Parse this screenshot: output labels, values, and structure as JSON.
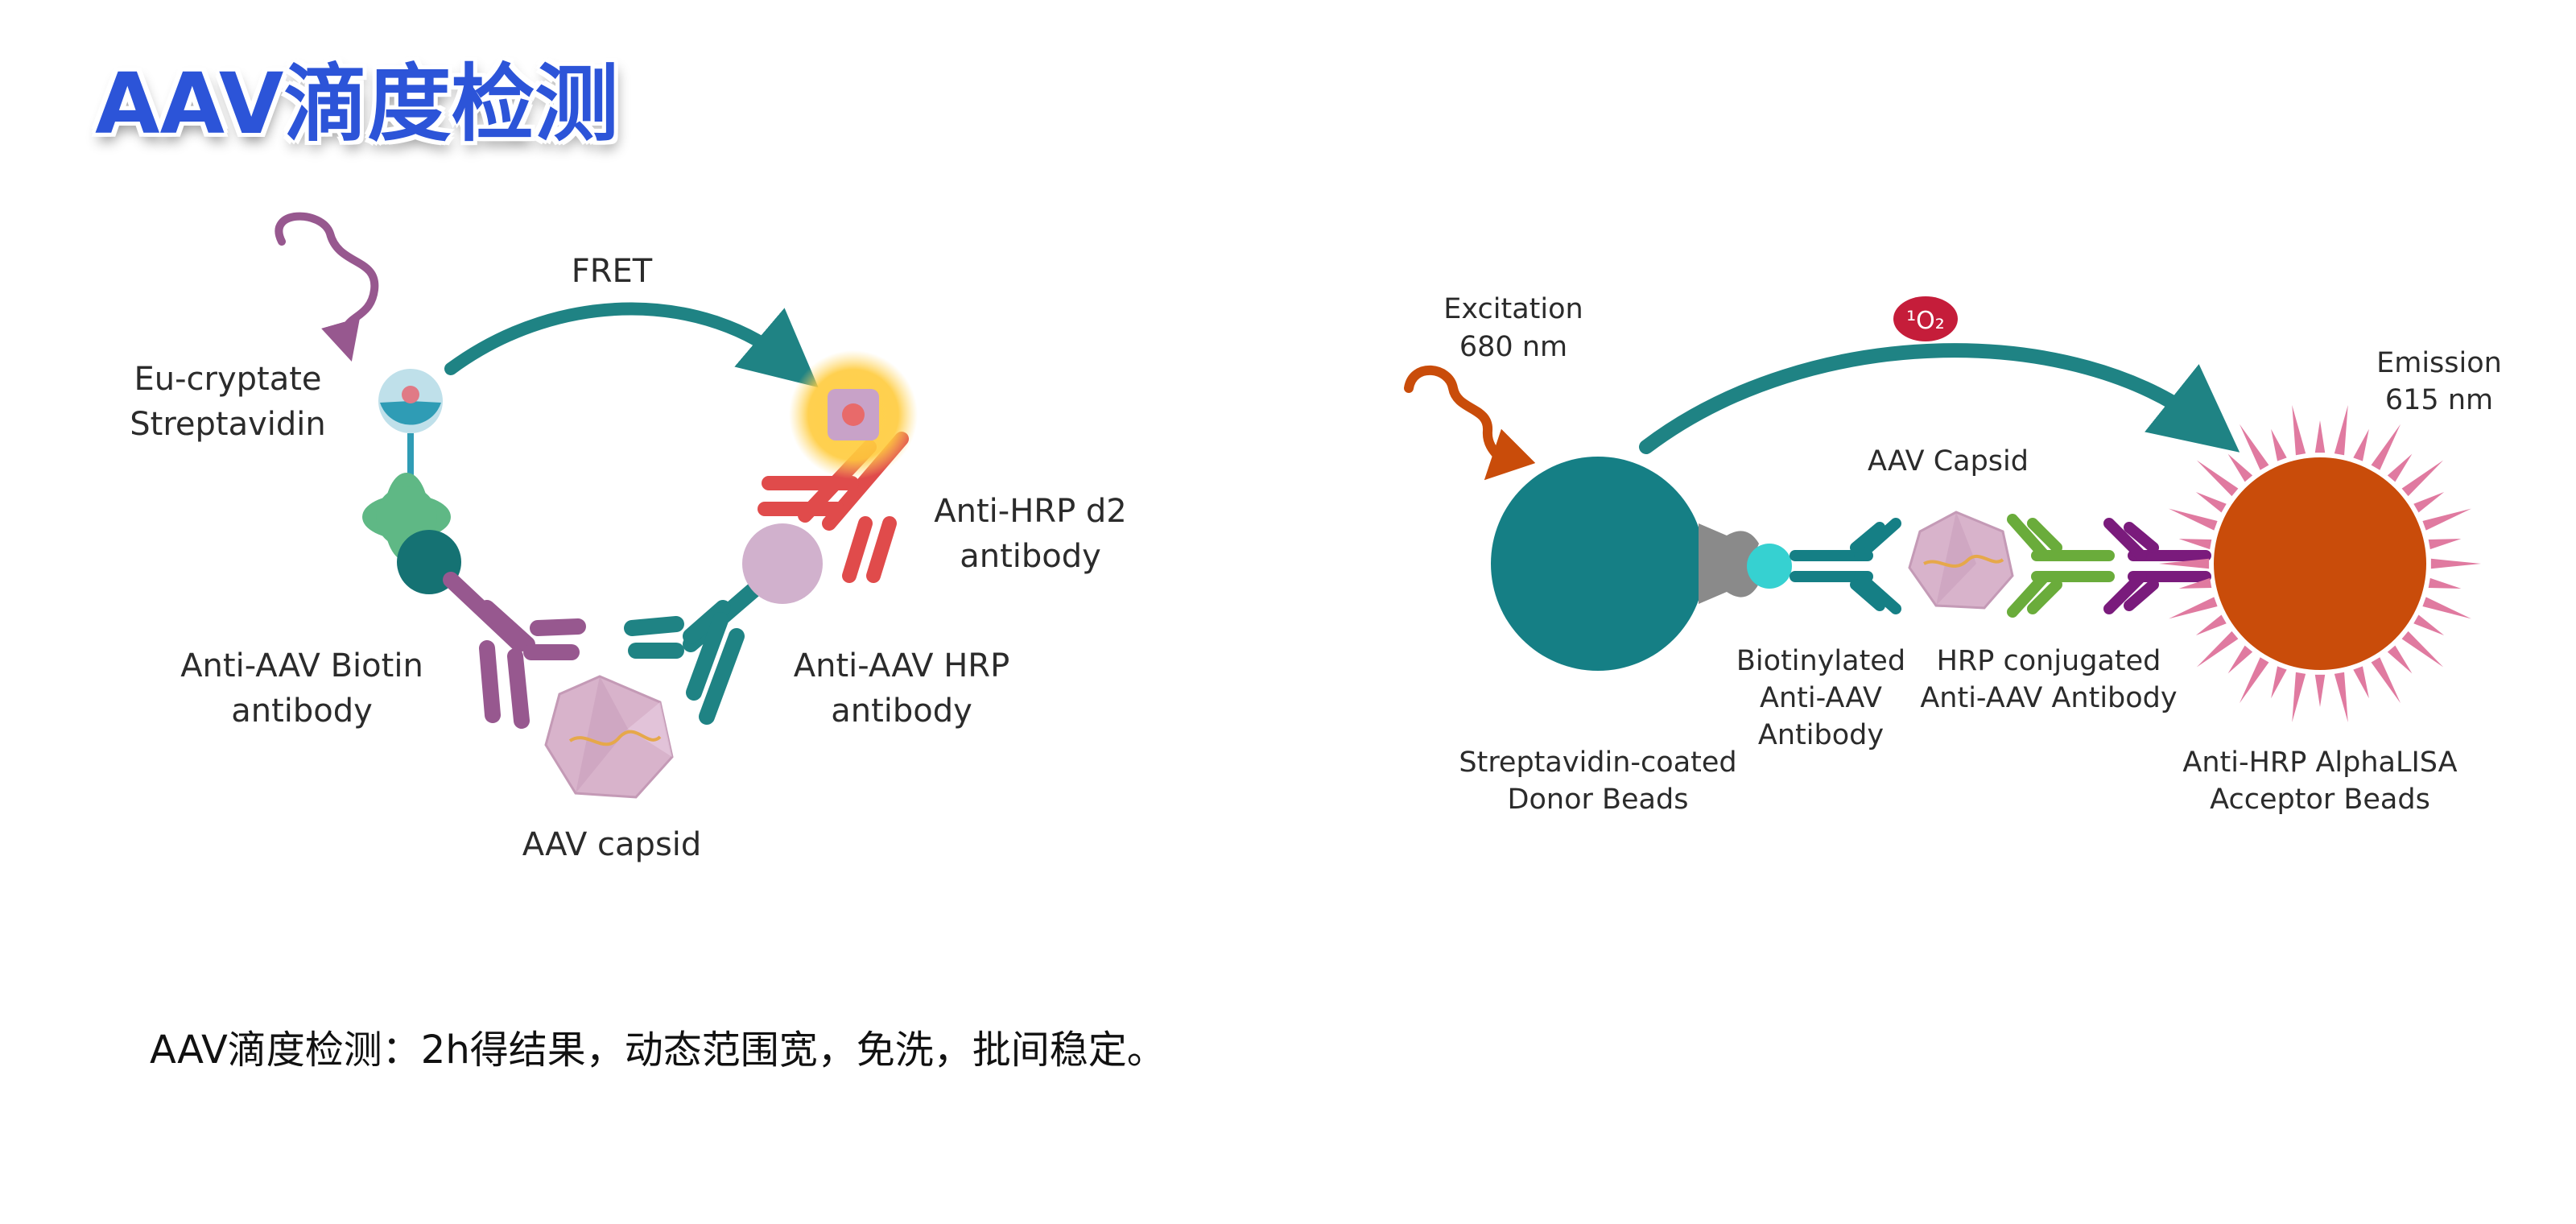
{
  "page": {
    "title": "AAV滴度检测",
    "caption": "AAV滴度检测：2h得结果，动态范围宽，免洗，批间稳定。"
  },
  "left_diagram": {
    "fret_label": "FRET",
    "donor_line1": "Eu-cryptate",
    "donor_line2": "Streptavidin",
    "acceptor_line1": "Anti-HRP d2",
    "acceptor_line2": "antibody",
    "biotin_ab_line1": "Anti-AAV Biotin",
    "biotin_ab_line2": "antibody",
    "hrp_ab_line1": "Anti-AAV HRP",
    "hrp_ab_line2": "antibody",
    "capsid_label": "AAV capsid"
  },
  "right_diagram": {
    "excitation_line1": "Excitation",
    "excitation_line2": "680 nm",
    "singlet_oxygen": "¹O₂",
    "emission_line1": "Emission",
    "emission_line2": "615 nm",
    "capsid_label": "AAV Capsid",
    "biotin_ab_line1": "Biotinylated",
    "biotin_ab_line2": "Anti-AAV",
    "biotin_ab_line3": "Antibody",
    "hrp_ab_line1": "HRP conjugated",
    "hrp_ab_line2": "Anti-AAV Antibody",
    "donor_line1": "Streptavidin-coated",
    "donor_line2": "Donor Beads",
    "acceptor_line1": "Anti-HRP AlphaLISA",
    "acceptor_line2": "Acceptor Beads"
  },
  "colors": {
    "title": "#2c54d8",
    "teal": "#1f8384",
    "dark_teal": "#157f85",
    "purple": "#97588f",
    "red": "#e04b4b",
    "orange": "#c94c0a",
    "green": "#6aac3b",
    "magenta": "#7a1b7c",
    "pink_ray": "#e07aa0"
  }
}
